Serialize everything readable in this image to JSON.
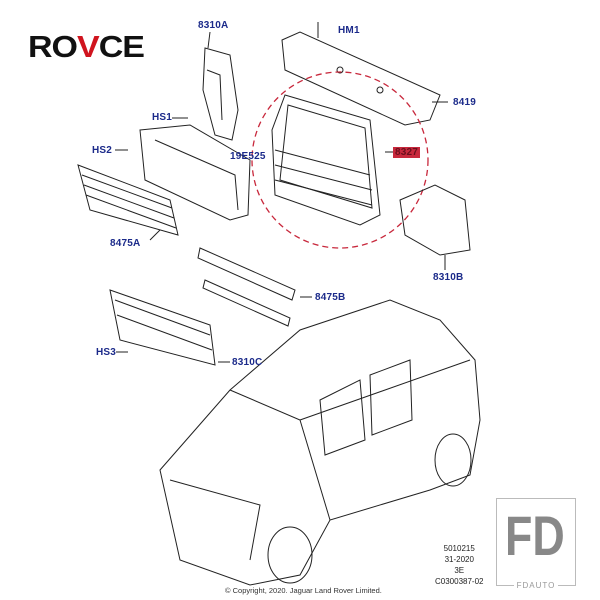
{
  "logo": {
    "prefix": "RO",
    "accent": "V",
    "suffix": "CE",
    "accent_color": "#d0141e"
  },
  "labels": {
    "p8310A": "8310A",
    "HM1": "HM1",
    "p8419": "8419",
    "HS1": "HS1",
    "HS2": "HS2",
    "p19E525": "19E525",
    "p8327": "8327",
    "p8475A": "8475A",
    "p8310B": "8310B",
    "p8475B": "8475B",
    "HS3": "HS3",
    "p8310C": "8310C"
  },
  "highlight_color": "#c8283c",
  "reference": {
    "line1": "5010215",
    "line2": "31-2020",
    "line3": "3E",
    "line4": "C0300387-02"
  },
  "copyright": "© Copyright, 2020. Jaguar Land Rover Limited.",
  "watermark": {
    "big": "FD",
    "small": "FDAUTO"
  }
}
